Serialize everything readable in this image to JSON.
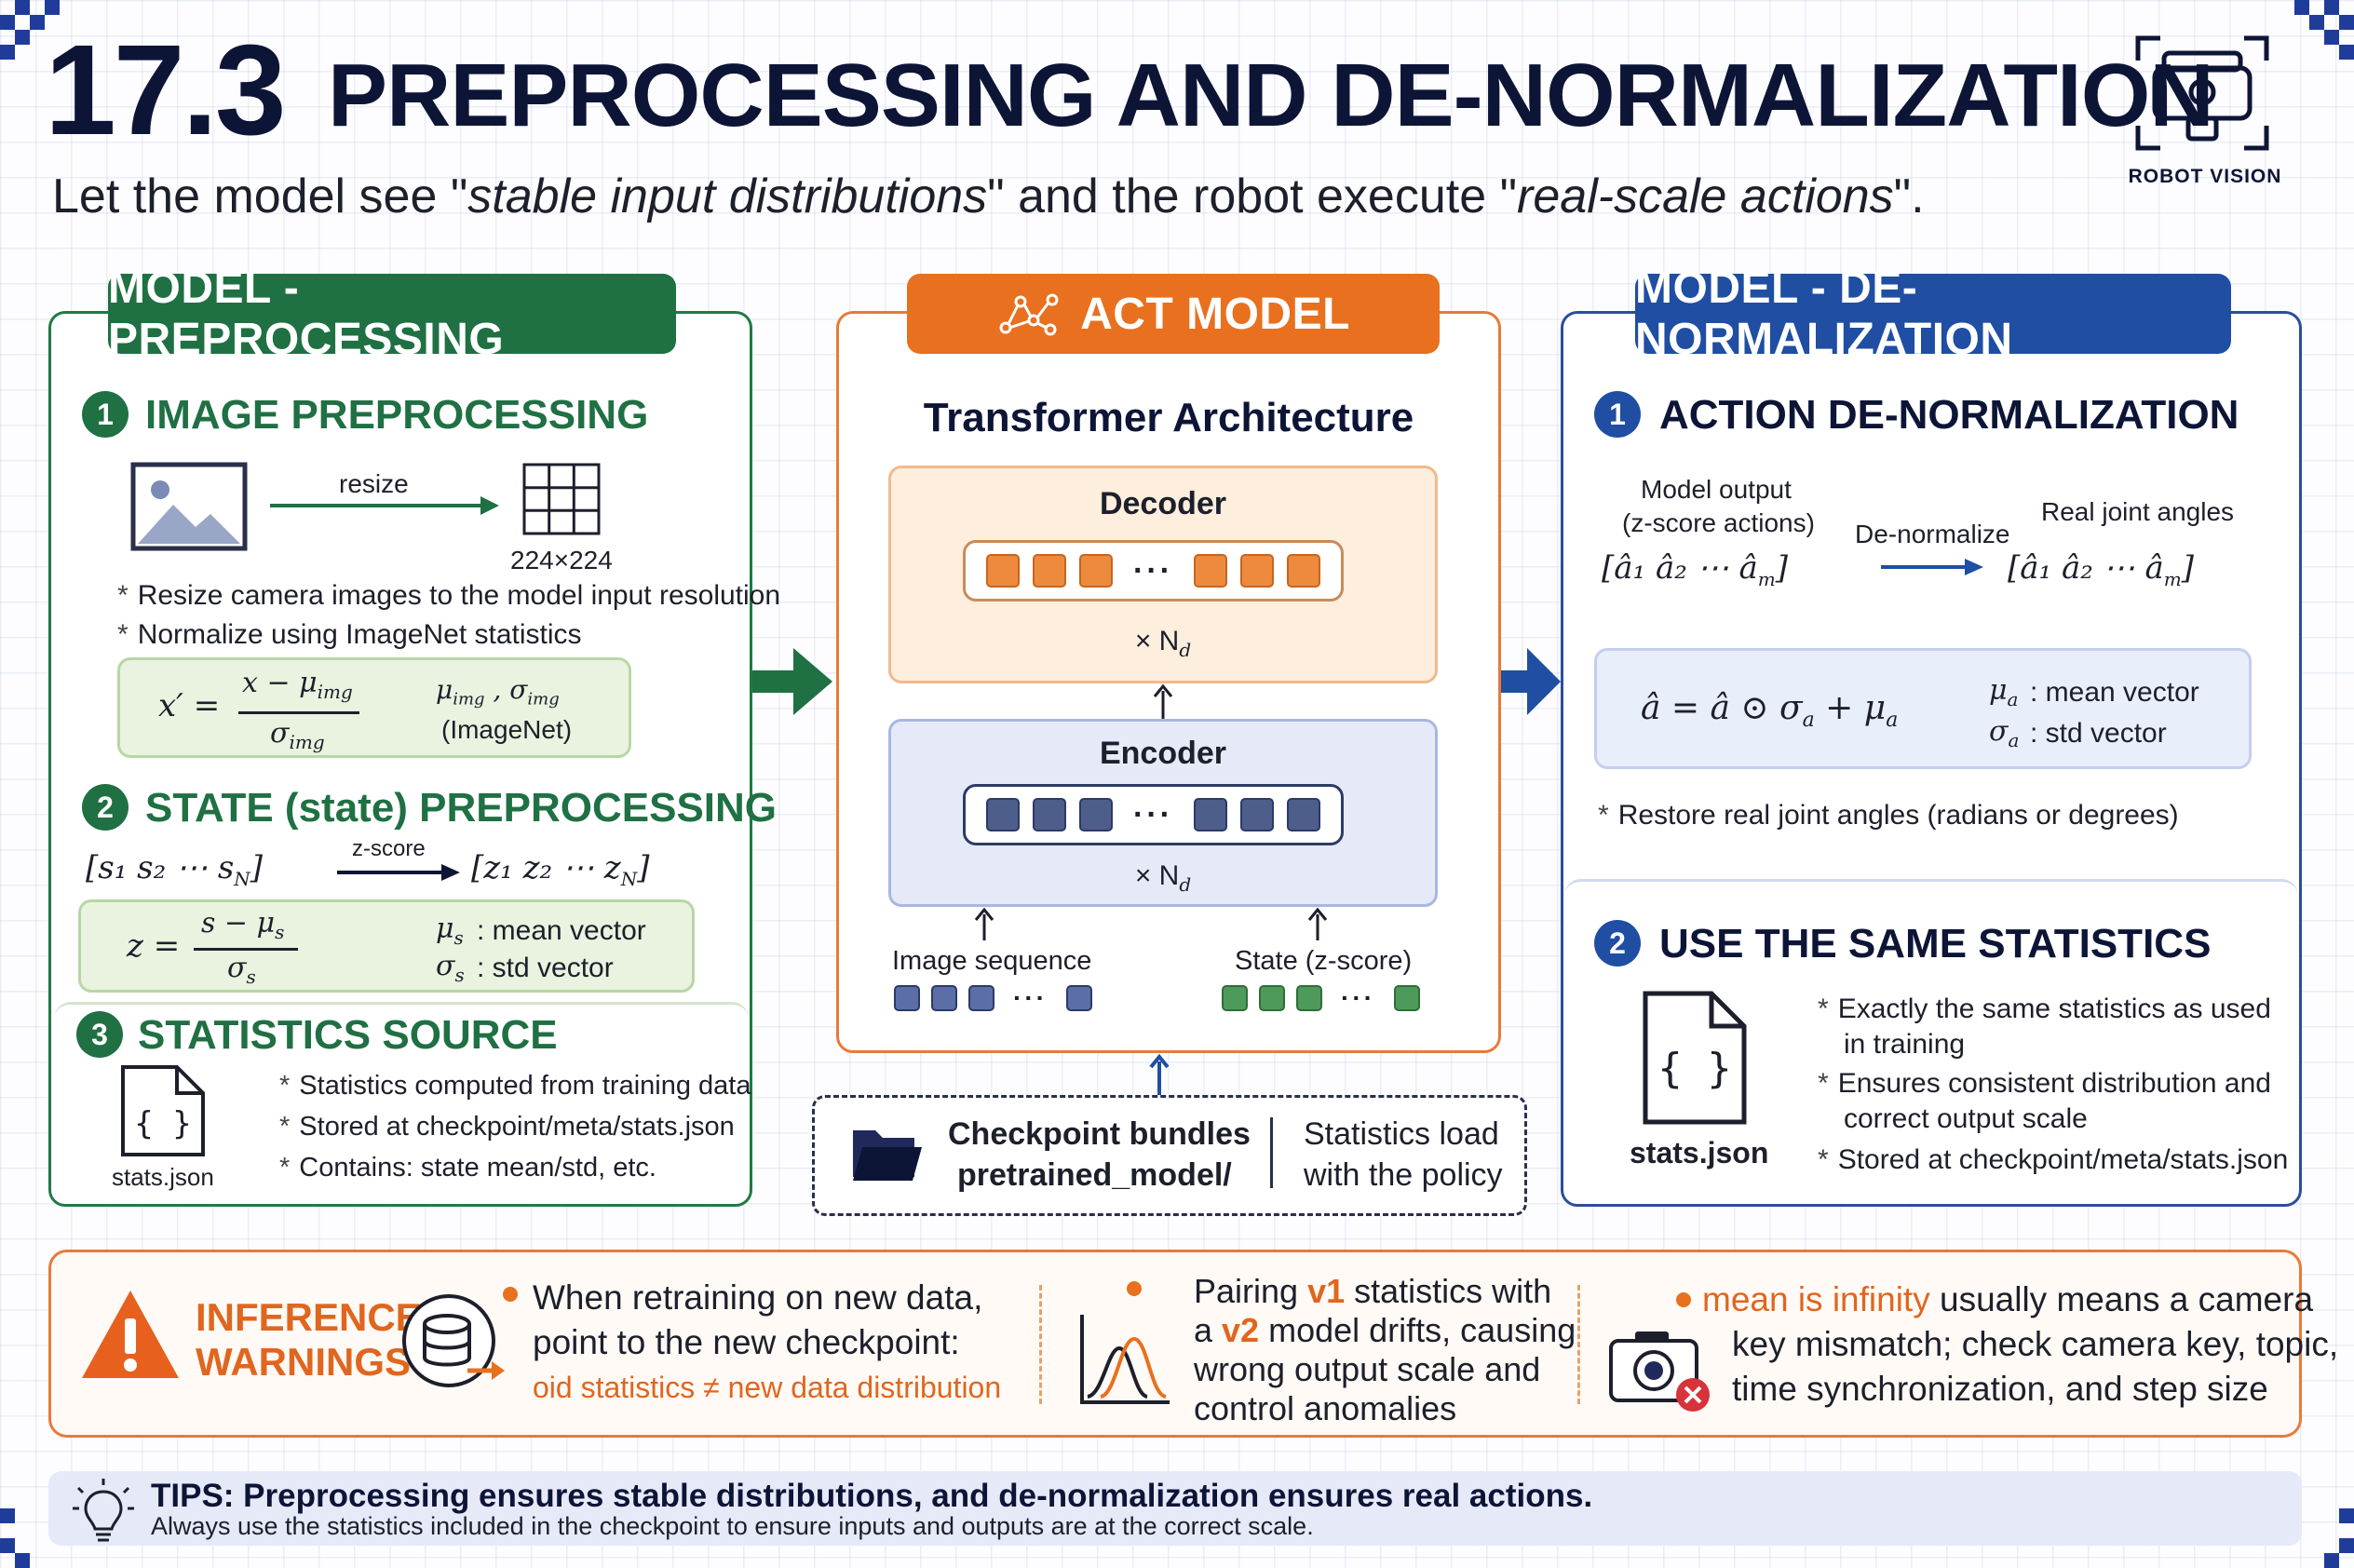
{
  "header": {
    "number": "17.3",
    "title": "PREPROCESSING AND DE-NORMALIZATION",
    "subtitle_before": "Let the model see \"",
    "subtitle_em1": "stable input  distributions",
    "subtitle_middle": "\" and the robot execute \"",
    "subtitle_em2": "real-scale actions",
    "subtitle_after": "\".",
    "logo_label": "ROBOT VISION"
  },
  "left_panel": {
    "title": "MODEL - PREPROCESSING",
    "s1": {
      "num": "1",
      "heading": "IMAGE PREPROCESSING",
      "resize_label": "resize",
      "size_label": "224×224",
      "bullets": [
        "Resize camera images to the model input resolution",
        "Normalize using ImageNet statistics"
      ],
      "formula_rhs_label": "(ImageNet)"
    },
    "s2": {
      "num": "2",
      "heading": "STATE (state) PREPROCESSING",
      "zscore_label": "z-score",
      "mean_label": ": mean vector",
      "std_label": ": std vector"
    },
    "s3": {
      "num": "3",
      "heading": "STATISTICS SOURCE",
      "file_label": "stats.json",
      "bullets": [
        "Statistics computed from training data",
        "Stored at checkpoint/meta/stats.json",
        "Contains: state mean/std, etc."
      ]
    }
  },
  "center_panel": {
    "title": "ACT MODEL",
    "arch_title": "Transformer Architecture",
    "decoder_label": "Decoder",
    "encoder_label": "Encoder",
    "repeat_label": "× N",
    "repeat_sub": "d",
    "input_image_label": "Image sequence",
    "input_state_label": "State (z-score)",
    "checkpoint_line1": "Checkpoint bundles",
    "checkpoint_line2": "pretrained_model/",
    "checkpoint_right1": "Statistics load",
    "checkpoint_right2": "with the policy"
  },
  "right_panel": {
    "title": "MODEL - DE-NORMALIZATION",
    "s1": {
      "num": "1",
      "heading": "ACTION DE-NORMALIZATION",
      "model_output_line1": "Model output",
      "model_output_line2": "(z-score actions)",
      "denorm_label": "De-normalize",
      "real_angles_label": "Real joint angles",
      "mean_label": ": mean vector",
      "std_label": ": std vector",
      "bullet": "Restore real joint angles (radians or degrees)"
    },
    "s2": {
      "num": "2",
      "heading": "USE THE SAME STATISTICS",
      "file_label": "stats.json",
      "bullets": [
        [
          "Exactly the same statistics as used",
          "in training"
        ],
        [
          "Ensures consistent distribution and",
          "correct output scale"
        ],
        [
          "Stored at checkpoint/meta/stats.json"
        ]
      ]
    }
  },
  "warnings": {
    "heading_line1": "INFERENCE",
    "heading_line2": "WARNINGS",
    "w1_line1": "When retraining on new data,",
    "w1_line2": "point to the new checkpoint:",
    "w1_line3": "oid statistics ≠ new data distribution",
    "w2_pre": "Pairing ",
    "w2_v1": "v1",
    "w2_mid": " statistics with",
    "w2_line2_pre": "a ",
    "w2_v2": "v2",
    "w2_line2_post": " model drifts, causing",
    "w2_line3": "wrong output scale and",
    "w2_line4": "control anomalies",
    "w3_highlight": "mean is infinity",
    "w3_line1_post": " usually means a camera",
    "w3_line2": "key mismatch; check camera key, topic,",
    "w3_line3": "time synchronization, and step size"
  },
  "tips": {
    "line1": "TIPS: Preprocessing ensures stable distributions, and de-normalization ensures real actions.",
    "line2": "Always use the statistics included in the checkpoint to ensure inputs and outputs are at the correct scale."
  },
  "colors": {
    "green": "#1f7043",
    "orange": "#e8701e",
    "blue": "#1f4ea3",
    "navy": "#0d1537"
  }
}
